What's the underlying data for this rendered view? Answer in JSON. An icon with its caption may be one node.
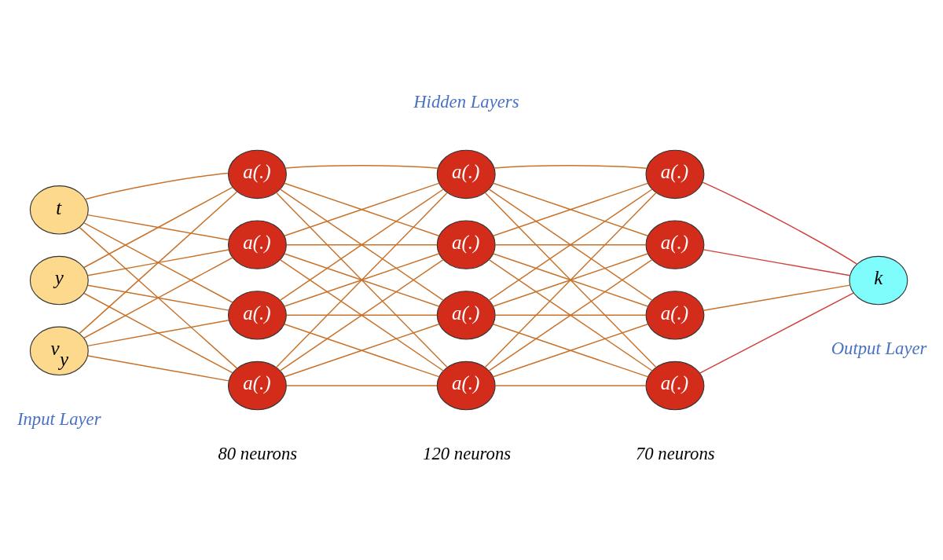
{
  "diagram": {
    "nodes": [
      {
        "text": [
          "t"
        ]
      },
      {
        "text": [
          "y"
        ]
      },
      {
        "text": [
          "v$_{y}$"
        ]
      },
      {
        "text": [
          "a(.)"
        ]
      },
      {
        "text": [
          "a(.)"
        ]
      },
      {
        "text": [
          "a(.)"
        ]
      },
      {
        "text": [
          "a(.)"
        ]
      },
      {
        "text": [
          "a(.)"
        ]
      },
      {
        "text": [
          "a(.)"
        ]
      },
      {
        "text": [
          "a(.)"
        ]
      },
      {
        "text": [
          "a(.)"
        ]
      },
      {
        "text": [
          "a(.)"
        ]
      },
      {
        "text": [
          "a(.)"
        ]
      },
      {
        "text": [
          "a(.)"
        ]
      },
      {
        "text": [
          "a(.)"
        ]
      },
      {
        "text": [
          "k"
        ]
      }
    ],
    "edges": [
      {
        "from": 0,
        "to": 3,
        "arrow": "none"
      },
      {
        "from": 0,
        "to": 4,
        "arrow": "none"
      },
      {
        "from": 0,
        "to": 5,
        "arrow": "none"
      },
      {
        "from": 0,
        "to": 6,
        "arrow": "none"
      },
      {
        "from": 1,
        "to": 3,
        "arrow": "none"
      },
      {
        "from": 1,
        "to": 4,
        "arrow": "none"
      },
      {
        "from": 1,
        "to": 5,
        "arrow": "none"
      },
      {
        "from": 1,
        "to": 6,
        "arrow": "none"
      },
      {
        "from": 2,
        "to": 3,
        "arrow": "none"
      },
      {
        "from": 2,
        "to": 4,
        "arrow": "none"
      },
      {
        "from": 2,
        "to": 5,
        "arrow": "none"
      },
      {
        "from": 2,
        "to": 6,
        "arrow": "none"
      },
      {
        "from": 3,
        "to": 7,
        "arrow": "none"
      },
      {
        "from": 3,
        "to": 8,
        "arrow": "none"
      },
      {
        "from": 3,
        "to": 9,
        "arrow": "none"
      },
      {
        "from": 3,
        "to": 10,
        "arrow": "none"
      },
      {
        "from": 4,
        "to": 7,
        "arrow": "none"
      },
      {
        "from": 4,
        "to": 8,
        "arrow": "none"
      },
      {
        "from": 4,
        "to": 9,
        "arrow": "none"
      },
      {
        "from": 4,
        "to": 10,
        "arrow": "none"
      },
      {
        "from": 5,
        "to": 7,
        "arrow": "none"
      },
      {
        "from": 5,
        "to": 8,
        "arrow": "none"
      },
      {
        "from": 5,
        "to": 9,
        "arrow": "none"
      },
      {
        "from": 5,
        "to": 10,
        "arrow": "none"
      },
      {
        "from": 6,
        "to": 7,
        "arrow": "none"
      },
      {
        "from": 6,
        "to": 8,
        "arrow": "none"
      },
      {
        "from": 6,
        "to": 9,
        "arrow": "none"
      },
      {
        "from": 6,
        "to": 10,
        "arrow": "none"
      },
      {
        "from": 7,
        "to": 11,
        "arrow": "none"
      },
      {
        "from": 7,
        "to": 12,
        "arrow": "none"
      },
      {
        "from": 7,
        "to": 13,
        "arrow": "none"
      },
      {
        "from": 7,
        "to": 14,
        "arrow": "none"
      },
      {
        "from": 8,
        "to": 11,
        "arrow": "none"
      },
      {
        "from": 8,
        "to": 12,
        "arrow": "none"
      },
      {
        "from": 8,
        "to": 13,
        "arrow": "none"
      },
      {
        "from": 8,
        "to": 14,
        "arrow": "none"
      },
      {
        "from": 9,
        "to": 11,
        "arrow": "none"
      },
      {
        "from": 9,
        "to": 12,
        "arrow": "none"
      },
      {
        "from": 9,
        "to": 13,
        "arrow": "none"
      },
      {
        "from": 9,
        "to": 14,
        "arrow": "none"
      },
      {
        "from": 10,
        "to": 11,
        "arrow": "none"
      },
      {
        "from": 10,
        "to": 12,
        "arrow": "none"
      },
      {
        "from": 10,
        "to": 13,
        "arrow": "none"
      },
      {
        "from": 10,
        "to": 14,
        "arrow": "none"
      },
      {
        "from": 11,
        "to": 15,
        "arrow": "none",
        "color": "#d0403a"
      },
      {
        "from": 12,
        "to": 15,
        "arrow": "none",
        "color": "#d0403a"
      },
      {
        "from": 13,
        "to": 15,
        "arrow": "none"
      },
      {
        "from": 14,
        "to": 15,
        "arrow": "none",
        "color": "#d0403a"
      }
    ],
    "labels": [
      "Hidden Layers",
      "Output Layer",
      "Input Layer",
      "80 neurons",
      "120 neurons",
      "70 neurons"
    ]
  }
}
